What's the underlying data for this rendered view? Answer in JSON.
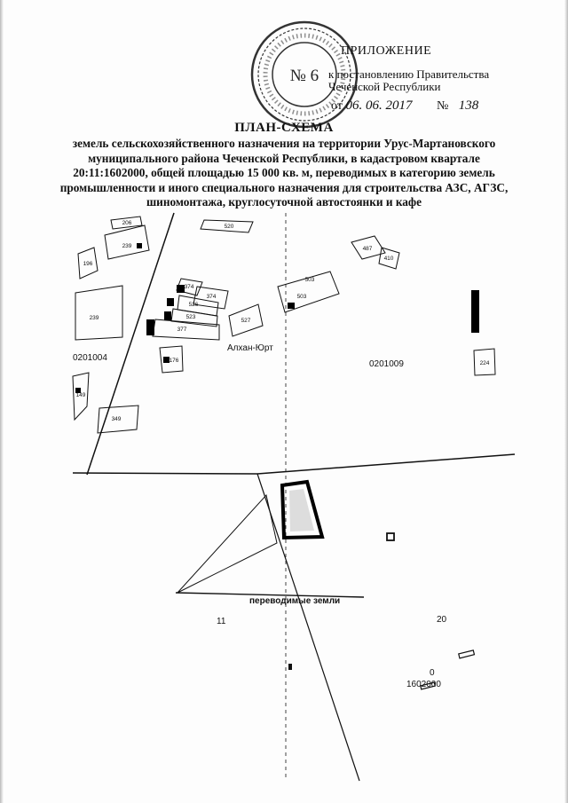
{
  "header": {
    "appendix": "ПРИЛОЖЕНИЕ",
    "line1": "к постановлению Правительства",
    "line2": "Чеченской Республики",
    "date_prefix": "от",
    "date": "06. 06. 2017",
    "number_prefix": "№",
    "number": "138"
  },
  "stamp": {
    "text": "№ 6"
  },
  "title": {
    "main": "ПЛАН-СХЕМА",
    "description": "земель сельскохозяйственного назначения на территории Урус-Мартановского муниципального района Чеченской Республики, в кадастровом квартале 20:11:1602000, общей площадью 15 000 кв. м, переводимых в категорию земель промышленности и иного специального назначения для строительства АЗС, АГЗС, шиномонтажа, круглосуточной автостоянки и кафе"
  },
  "map": {
    "settlement": "Алхан-Юрт",
    "block_left": "0201004",
    "block_right": "0201009",
    "district_code": "11",
    "region_code": "20",
    "quarter_code": "1602000",
    "quarter_zero": "0",
    "transferred_label": "переводимые земли",
    "plots": [
      "206",
      "239",
      "196",
      "239",
      "374",
      "374",
      "526",
      "523",
      "377",
      "527",
      "503",
      "503",
      "487",
      "410",
      "520",
      "176",
      "149",
      "349",
      "224"
    ]
  },
  "colors": {
    "ink": "#111111",
    "paper": "#fdfdfd",
    "stamp": "#333333"
  }
}
